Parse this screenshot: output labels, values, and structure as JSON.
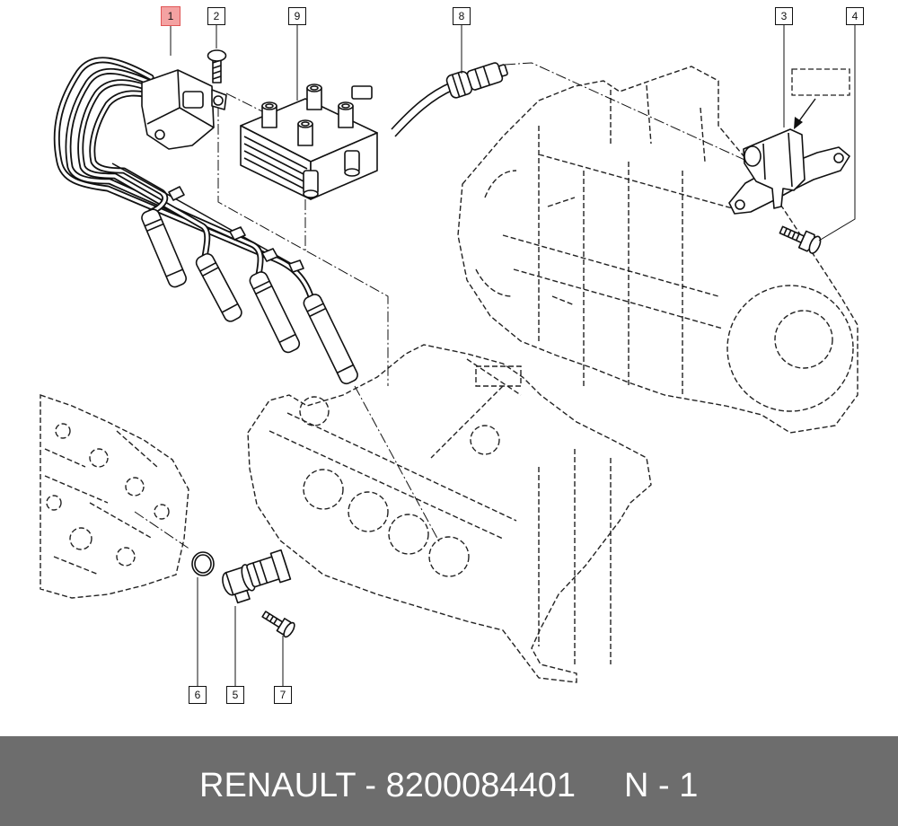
{
  "callouts": [
    {
      "label": "1",
      "highlight": true
    },
    {
      "label": "2",
      "highlight": false
    },
    {
      "label": "9",
      "highlight": false
    },
    {
      "label": "8",
      "highlight": false
    },
    {
      "label": "3",
      "highlight": false
    },
    {
      "label": "4",
      "highlight": false
    },
    {
      "label": "6",
      "highlight": false
    },
    {
      "label": "5",
      "highlight": false
    },
    {
      "label": "7",
      "highlight": false
    }
  ],
  "footer": {
    "part_reference": "RENAULT - 8200084401",
    "quantity": "N - 1"
  },
  "colors": {
    "highlight_fill": "#f4a2a2",
    "highlight_border": "#e05555",
    "footer_background": "#6d6d6d",
    "footer_text": "#ffffff"
  }
}
